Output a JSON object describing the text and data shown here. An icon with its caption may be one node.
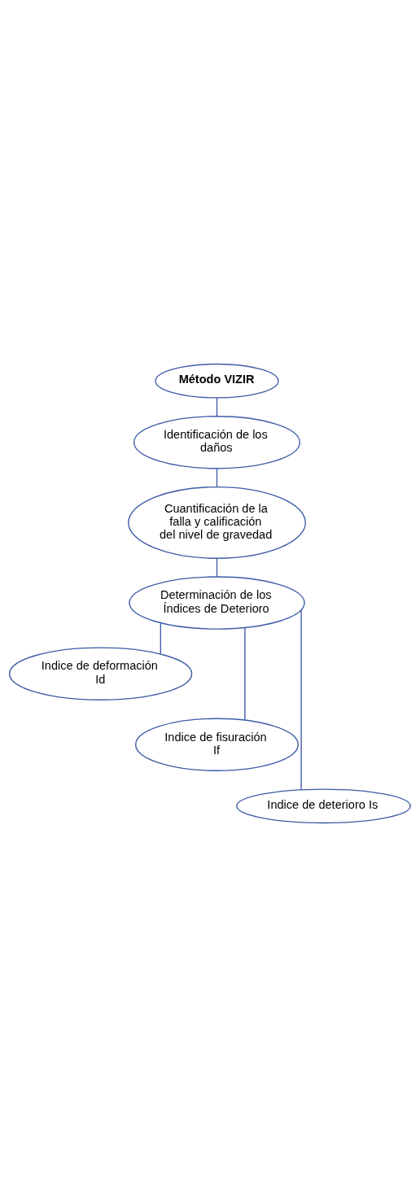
{
  "diagram": {
    "nodes": [
      {
        "text": [
          "Método VIZIR"
        ]
      },
      {
        "text": [
          "Identificación de los daños"
        ]
      },
      {
        "text": [
          "Cuantificación de la falla y calificación del nivel de gravedad"
        ]
      },
      {
        "text": [
          "Determinación de los Índices de Deterioro"
        ]
      },
      {
        "text": [
          "Indice de deformación Id"
        ]
      },
      {
        "text": [
          "Indice de fisuración If"
        ]
      },
      {
        "text": [
          "Indice de deterioro Is"
        ]
      }
    ],
    "edges": [
      {
        "from": 0,
        "to": 1,
        "arrow": "none"
      },
      {
        "from": 1,
        "to": 2,
        "arrow": "none"
      },
      {
        "from": 2,
        "to": 3,
        "arrow": "none"
      },
      {
        "from": 3,
        "to": 4,
        "arrow": "none"
      },
      {
        "from": 3,
        "to": 5,
        "arrow": "none"
      },
      {
        "from": 3,
        "to": 6,
        "arrow": "none"
      }
    ]
  }
}
